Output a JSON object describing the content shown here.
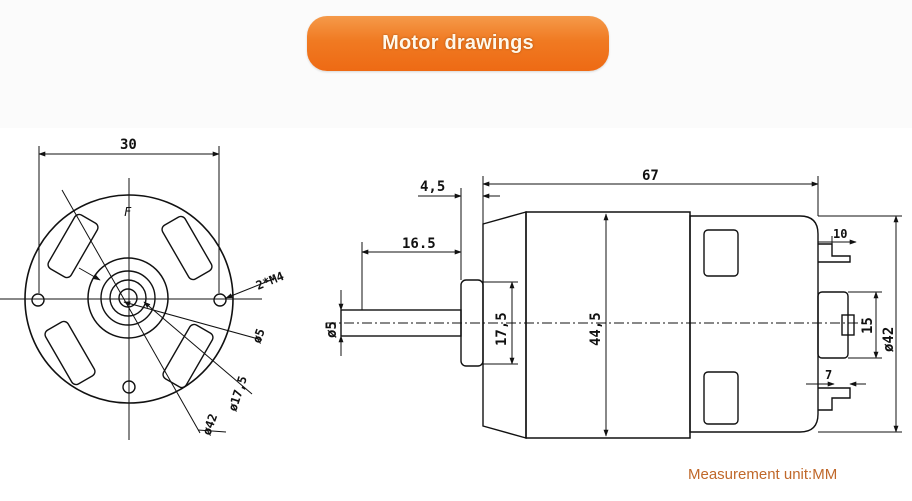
{
  "banner": {
    "title": "Motor drawings"
  },
  "front_view": {
    "width_label": "30",
    "mark_label": "F",
    "mount_label": "2*M4",
    "shaft_label": "ø5",
    "boss_label": "ø17,5",
    "body_label": "ø42"
  },
  "side_view": {
    "length_label": "67",
    "boss_len_label": "4,5",
    "shaft_len_label": "16.5",
    "shaft_dia_label": "ø5",
    "boss_dia_label": "17,5",
    "can_label": "44,5",
    "terminal_top_label": "10",
    "bearing_label": "15",
    "terminal_bottom_label": "7",
    "body_dia_label": "ø42"
  },
  "footer": {
    "unit": "Measurement unit:MM"
  }
}
